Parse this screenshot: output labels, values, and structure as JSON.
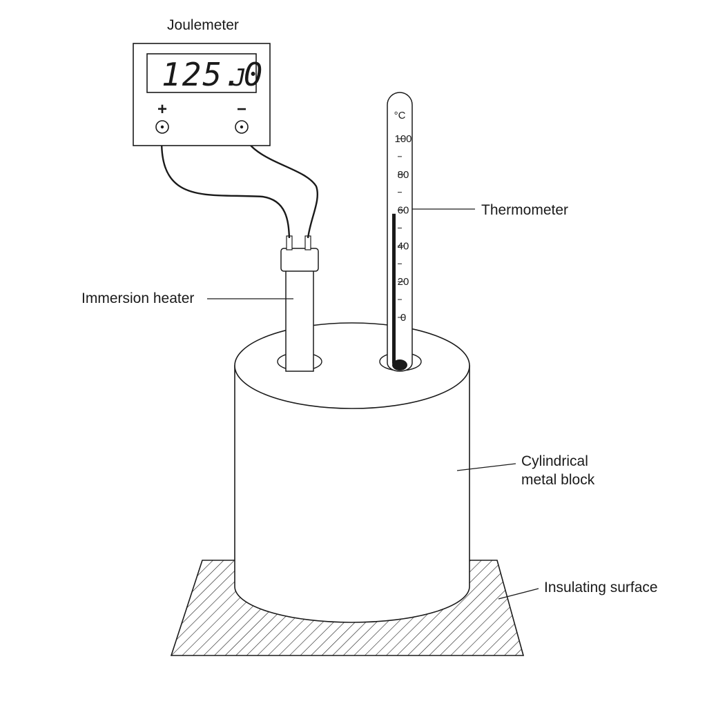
{
  "labels": {
    "joulemeter": "Joulemeter",
    "thermometer": "Thermometer",
    "immersion_heater": "Immersion heater",
    "block_line1": "Cylindrical",
    "block_line2": "metal block",
    "insulating_surface": "Insulating surface"
  },
  "joulemeter": {
    "reading": "125.0",
    "unit": "J",
    "positive_terminal": "+",
    "negative_terminal": "−"
  },
  "thermometer": {
    "unit": "°C",
    "scale_labels": [
      "100",
      "80",
      "60",
      "40",
      "20",
      "0"
    ],
    "scale_min": 0,
    "scale_max": 100,
    "reading": 58
  },
  "colors": {
    "ink": "#1a1a1a",
    "background": "#ffffff"
  }
}
